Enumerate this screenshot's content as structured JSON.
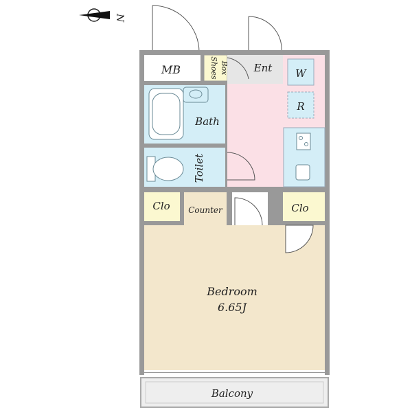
{
  "compass": {
    "label": "N"
  },
  "rooms": {
    "mb": "MB",
    "shoes_box_line1": "Shoes",
    "shoes_box_line2": "Box",
    "entrance": "Ent",
    "washer": "W",
    "refrigerator": "R",
    "bath": "Bath",
    "toilet": "Toilet",
    "closet_left": "Clo",
    "counter": "Counter",
    "closet_right": "Clo",
    "bedroom": "Bedroom",
    "bedroom_size": "6.65J",
    "balcony": "Balcony"
  },
  "colors": {
    "wall": "#999999",
    "bath_blue": "#d4eef7",
    "kitchen_pink": "#fbe0e6",
    "closet_yellow": "#fbf8d0",
    "bedroom_beige": "#f3e7cc",
    "entrance_gray": "#e6e6e6",
    "balcony_gray": "#eeeeee"
  }
}
